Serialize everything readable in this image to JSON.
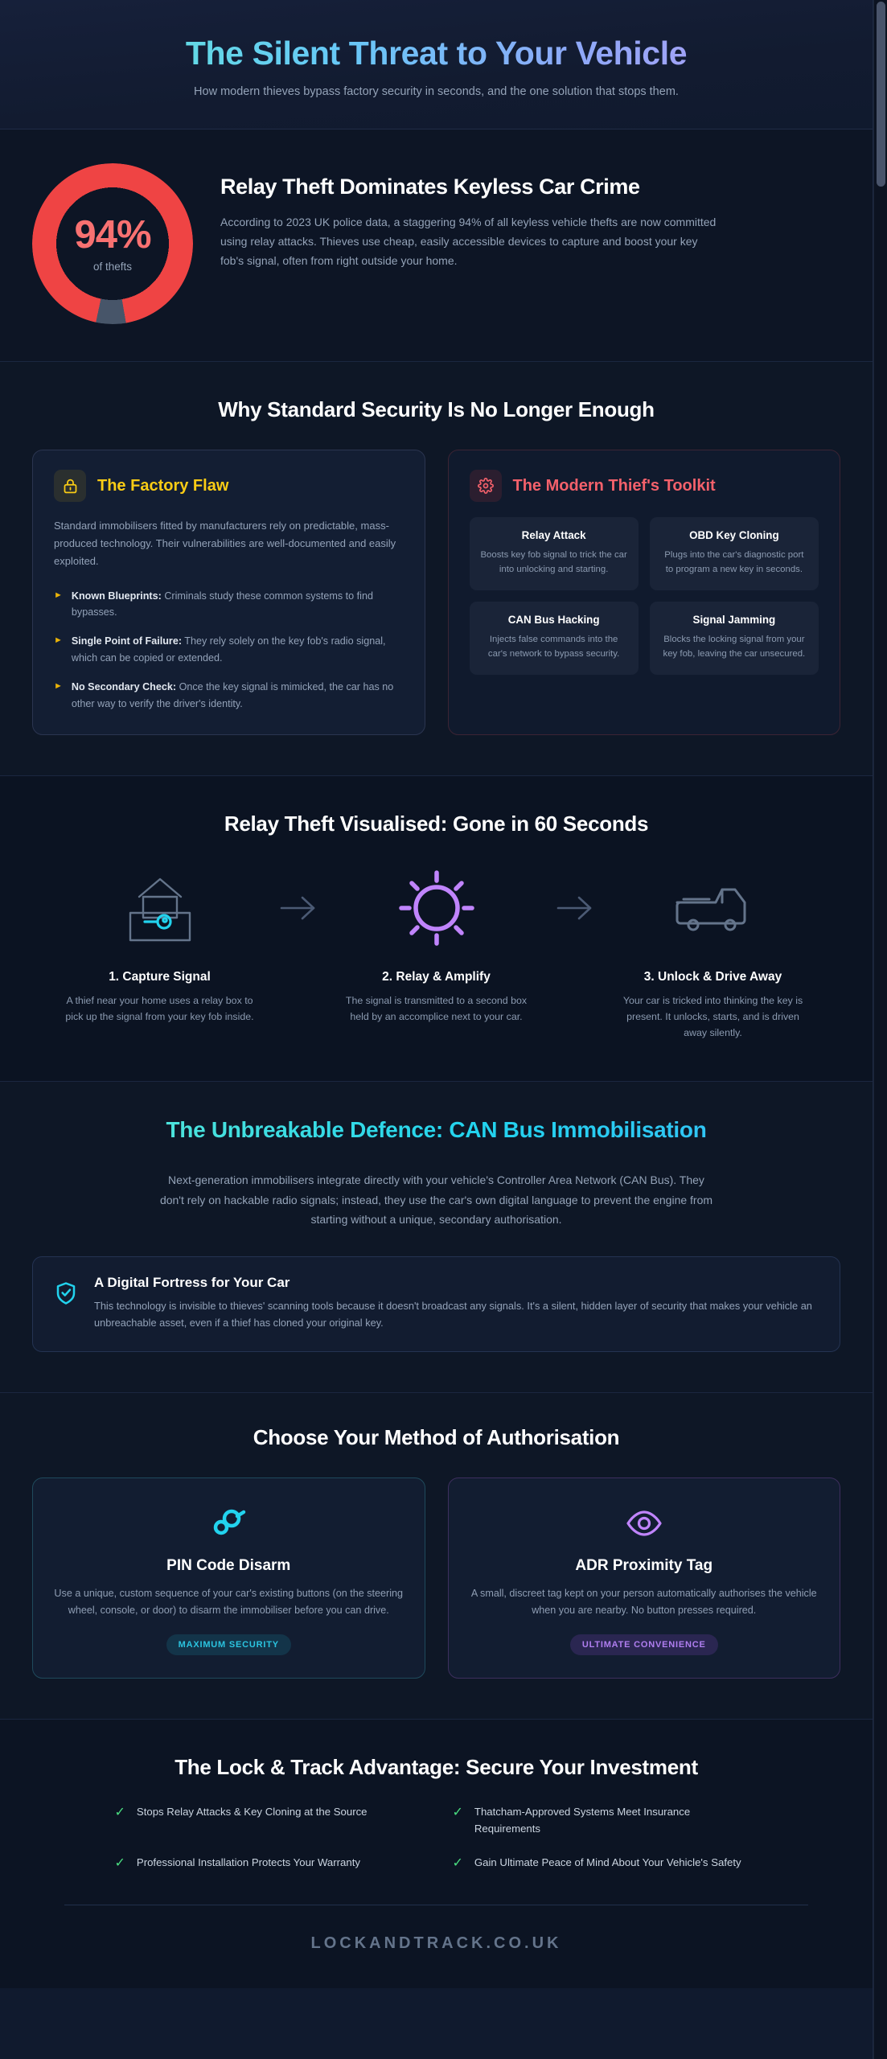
{
  "hero": {
    "title": "The Silent Threat to Your Vehicle",
    "subtitle": "How modern thieves bypass factory security in seconds, and the one solution that stops them."
  },
  "stat": {
    "value": "94%",
    "value_number": 94,
    "caption": "of thefts",
    "heading": "Relay Theft Dominates Keyless Car Crime",
    "body": "According to 2023 UK police data, a staggering 94% of all keyless vehicle thefts are now committed using relay attacks. Thieves use cheap, easily accessible devices to capture and boost your key fob's signal, often from right outside your home.",
    "ring_color": "#ef4444",
    "track_color": "#475569"
  },
  "why": {
    "title": "Why Standard Security Is No Longer Enough",
    "flaw": {
      "icon": "lock-icon",
      "title": "The Factory Flaw",
      "accent": "#facc15",
      "body": "Standard immobilisers fitted by manufacturers rely on predictable, mass-produced technology. Their vulnerabilities are well-documented and easily exploited.",
      "bullets": [
        {
          "strong": "Known Blueprints:",
          "text": " Criminals study these common systems to find bypasses."
        },
        {
          "strong": "Single Point of Failure:",
          "text": " They rely solely on the key fob's radio signal, which can be copied or extended."
        },
        {
          "strong": "No Secondary Check:",
          "text": " Once the key signal is mimicked, the car has no other way to verify the driver's identity."
        }
      ]
    },
    "toolkit": {
      "icon": "gear-icon",
      "title": "The Modern Thief's Toolkit",
      "accent": "#f4616b",
      "items": [
        {
          "name": "Relay Attack",
          "desc": "Boosts key fob signal to trick the car into unlocking and starting."
        },
        {
          "name": "OBD Key Cloning",
          "desc": "Plugs into the car's diagnostic port to program a new key in seconds."
        },
        {
          "name": "CAN Bus Hacking",
          "desc": "Injects false commands into the car's network to bypass security."
        },
        {
          "name": "Signal Jamming",
          "desc": "Blocks the locking signal from your key fob, leaving the car unsecured."
        }
      ]
    }
  },
  "process": {
    "title": "Relay Theft Visualised: Gone in 60 Seconds",
    "steps": [
      {
        "icon": "house-key-icon",
        "title": "1. Capture Signal",
        "desc": "A thief near your home uses a relay box to pick up the signal from your key fob inside."
      },
      {
        "icon": "broadcast-icon",
        "title": "2. Relay & Amplify",
        "desc": "The signal is transmitted to a second box held by an accomplice next to your car."
      },
      {
        "icon": "car-icon",
        "title": "3. Unlock & Drive Away",
        "desc": "Your car is tricked into thinking the key is present. It unlocks, starts, and is driven away silently."
      }
    ]
  },
  "defence": {
    "title": "The Unbreakable Defence: CAN Bus Immobilisation",
    "lead": "Next-generation immobilisers integrate directly with your vehicle's Controller Area Network (CAN Bus). They don't rely on hackable radio signals; instead, they use the car's own digital language to prevent the engine from starting without a unique, secondary authorisation.",
    "fortress": {
      "icon": "shield-check-icon",
      "title": "A Digital Fortress for Your Car",
      "body": "This technology is invisible to thieves' scanning tools because it doesn't broadcast any signals. It's a silent, hidden layer of security that makes your vehicle an unbreachable asset, even if a thief has cloned your original key."
    }
  },
  "methods": {
    "title": "Choose Your Method of Authorisation",
    "items": [
      {
        "icon": "keypad-icon",
        "name": "PIN Code Disarm",
        "desc": "Use a unique, custom sequence of your car's existing buttons (on the steering wheel, console, or door) to disarm the immobiliser before you can drive.",
        "badge": "MAXIMUM SECURITY",
        "accent": "#22d3ee"
      },
      {
        "icon": "eye-icon",
        "name": "ADR Proximity Tag",
        "desc": "A small, discreet tag kept on your person automatically authorises the vehicle when you are nearby. No button presses required.",
        "badge": "ULTIMATE CONVENIENCE",
        "accent": "#a855f7"
      }
    ]
  },
  "advantage": {
    "title": "The Lock & Track Advantage: Secure Your Investment",
    "items": [
      "Stops Relay Attacks & Key Cloning at the Source",
      "Thatcham-Approved Systems Meet Insurance Requirements",
      "Professional Installation Protects Your Warranty",
      "Gain Ultimate Peace of Mind About Your Vehicle's Safety"
    ]
  },
  "footer": {
    "brand": "LOCKANDTRACK.CO.UK"
  }
}
